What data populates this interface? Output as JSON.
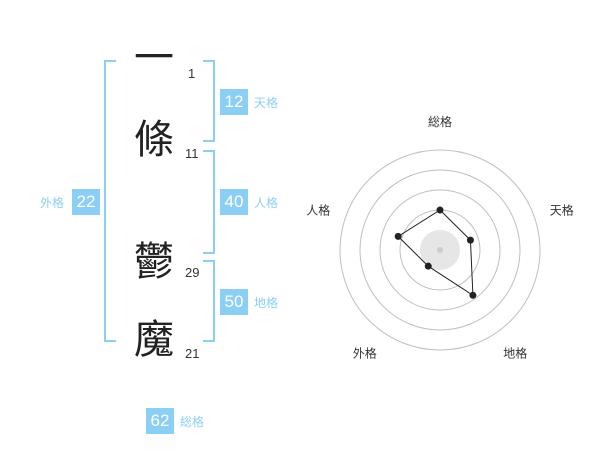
{
  "name": {
    "chars": [
      {
        "char": "一",
        "strokes": "1"
      },
      {
        "char": "條",
        "strokes": "11"
      },
      {
        "char": "鬱",
        "strokes": "29"
      },
      {
        "char": "魔",
        "strokes": "21"
      }
    ]
  },
  "grades": {
    "gaikaku": {
      "value": "22",
      "label": "外格"
    },
    "tenkaku": {
      "value": "12",
      "label": "天格"
    },
    "jinkaku": {
      "value": "40",
      "label": "人格"
    },
    "chikaku": {
      "value": "50",
      "label": "地格"
    },
    "soukaku": {
      "value": "62",
      "label": "総格"
    }
  },
  "colors": {
    "accent": "#8ccff4",
    "text": "#222222"
  },
  "chart_data": {
    "type": "radar",
    "axes": [
      "総格",
      "天格",
      "地格",
      "外格",
      "人格"
    ],
    "series": [
      {
        "values": [
          2,
          1.6,
          2.8,
          1,
          2.2
        ]
      }
    ],
    "rlim": [
      0,
      5
    ],
    "rings": [
      1,
      2,
      3,
      4,
      5
    ],
    "grid": true,
    "legend": "none"
  }
}
